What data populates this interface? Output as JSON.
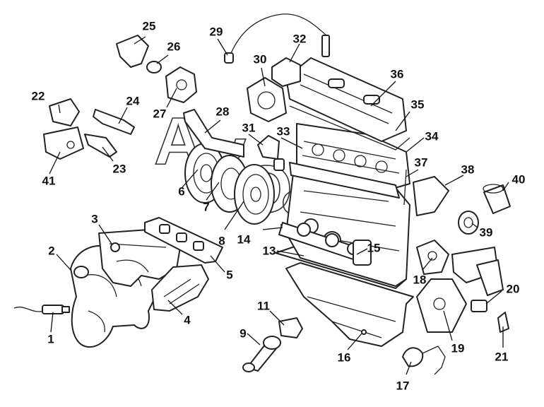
{
  "diagram": {
    "watermark_letters": [
      "A",
      "V",
      "O",
      "S",
      "O"
    ],
    "callouts": [
      "1",
      "2",
      "3",
      "4",
      "5",
      "6",
      "7",
      "8",
      "9",
      "11",
      "13",
      "14",
      "15",
      "16",
      "17",
      "18",
      "19",
      "20",
      "21",
      "22",
      "23",
      "24",
      "25",
      "26",
      "27",
      "28",
      "29",
      "30",
      "31",
      "32",
      "33",
      "34",
      "35",
      "36",
      "37",
      "38",
      "39",
      "40",
      "41"
    ]
  }
}
